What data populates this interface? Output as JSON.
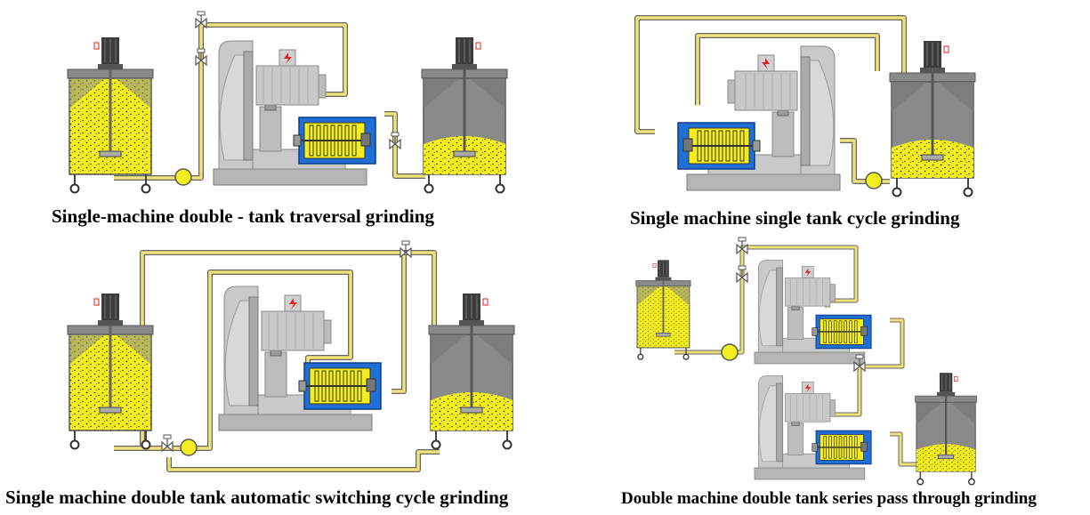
{
  "captions": {
    "p1": "Single-machine double - tank traversal grinding",
    "p2": "Single machine single tank cycle grinding",
    "p3": "Single machine double tank automatic switching cycle grinding",
    "p4": "Double machine double tank series pass through grinding"
  },
  "colors": {
    "material_yellow": "#f4ee1e",
    "tank_gray": "#8a8a8a",
    "machine_gray": "#c9c9c9",
    "pipe_yellow": "#efe27a",
    "chamber_blue": "#1f6fd6",
    "motor_dark": "#3c3c3c",
    "warning_red": "#e02020"
  }
}
